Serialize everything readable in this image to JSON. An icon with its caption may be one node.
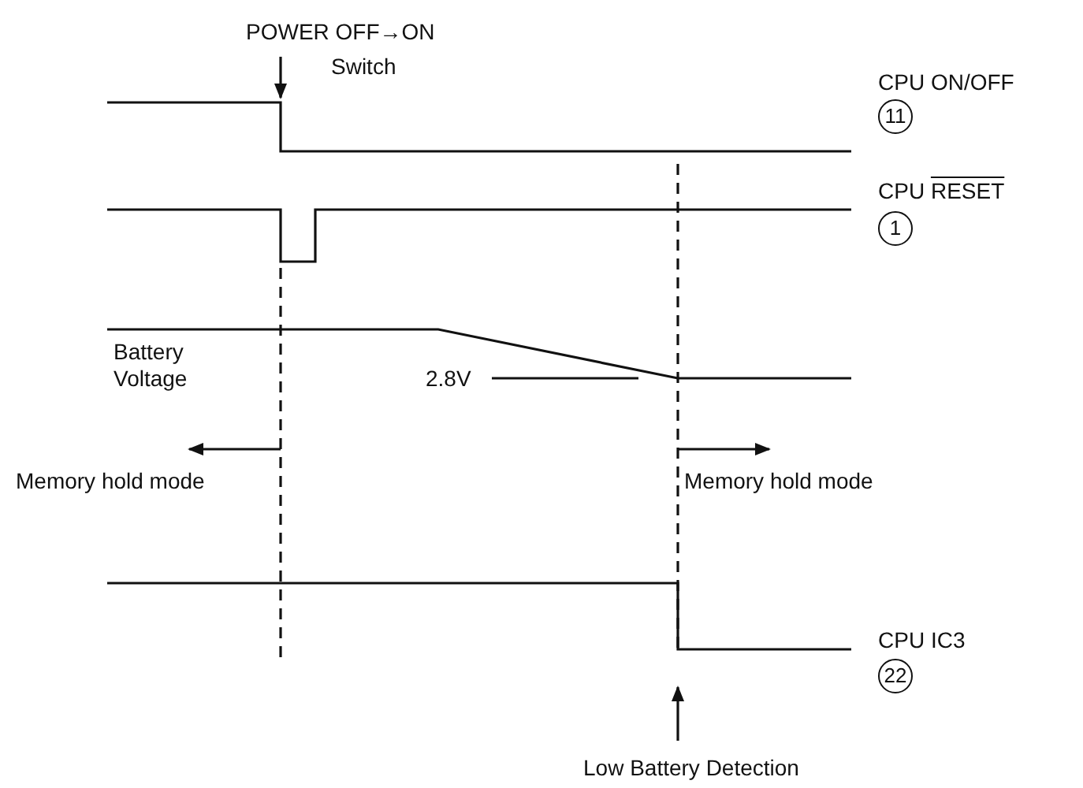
{
  "diagram": {
    "labels": [
      "POWER OFF→ON",
      "Switch",
      "CPU ON/OFF",
      "11",
      "CPU RESET",
      "1",
      "Battery Voltage",
      "2.8V",
      "Memory hold mode",
      "Memory hold mode",
      "CPU IC3",
      "22",
      "Low Battery Detection"
    ]
  }
}
